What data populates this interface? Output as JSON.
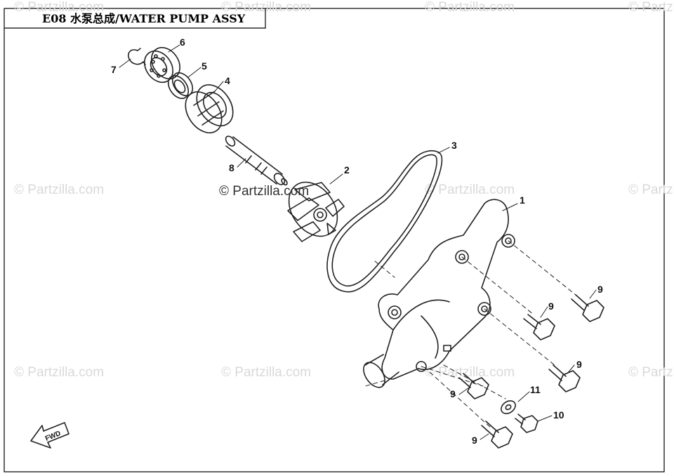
{
  "header": {
    "title": "E08  水泵总成/WATER PUMP ASSY"
  },
  "watermark": {
    "text": "© Partzilla.com",
    "center_text": "© Partzilla.com"
  },
  "fwd": {
    "label": "FWD"
  },
  "callouts": {
    "c1": "1",
    "c2": "2",
    "c3": "3",
    "c4": "4",
    "c5": "5",
    "c6": "6",
    "c7": "7",
    "c8": "8",
    "c9a": "9",
    "c9b": "9",
    "c9c": "9",
    "c9d": "9",
    "c9e": "9",
    "c10": "10",
    "c11": "11"
  },
  "colors": {
    "ink": "#222222",
    "watermark": "#d9d9d9",
    "frame": "#000000"
  }
}
